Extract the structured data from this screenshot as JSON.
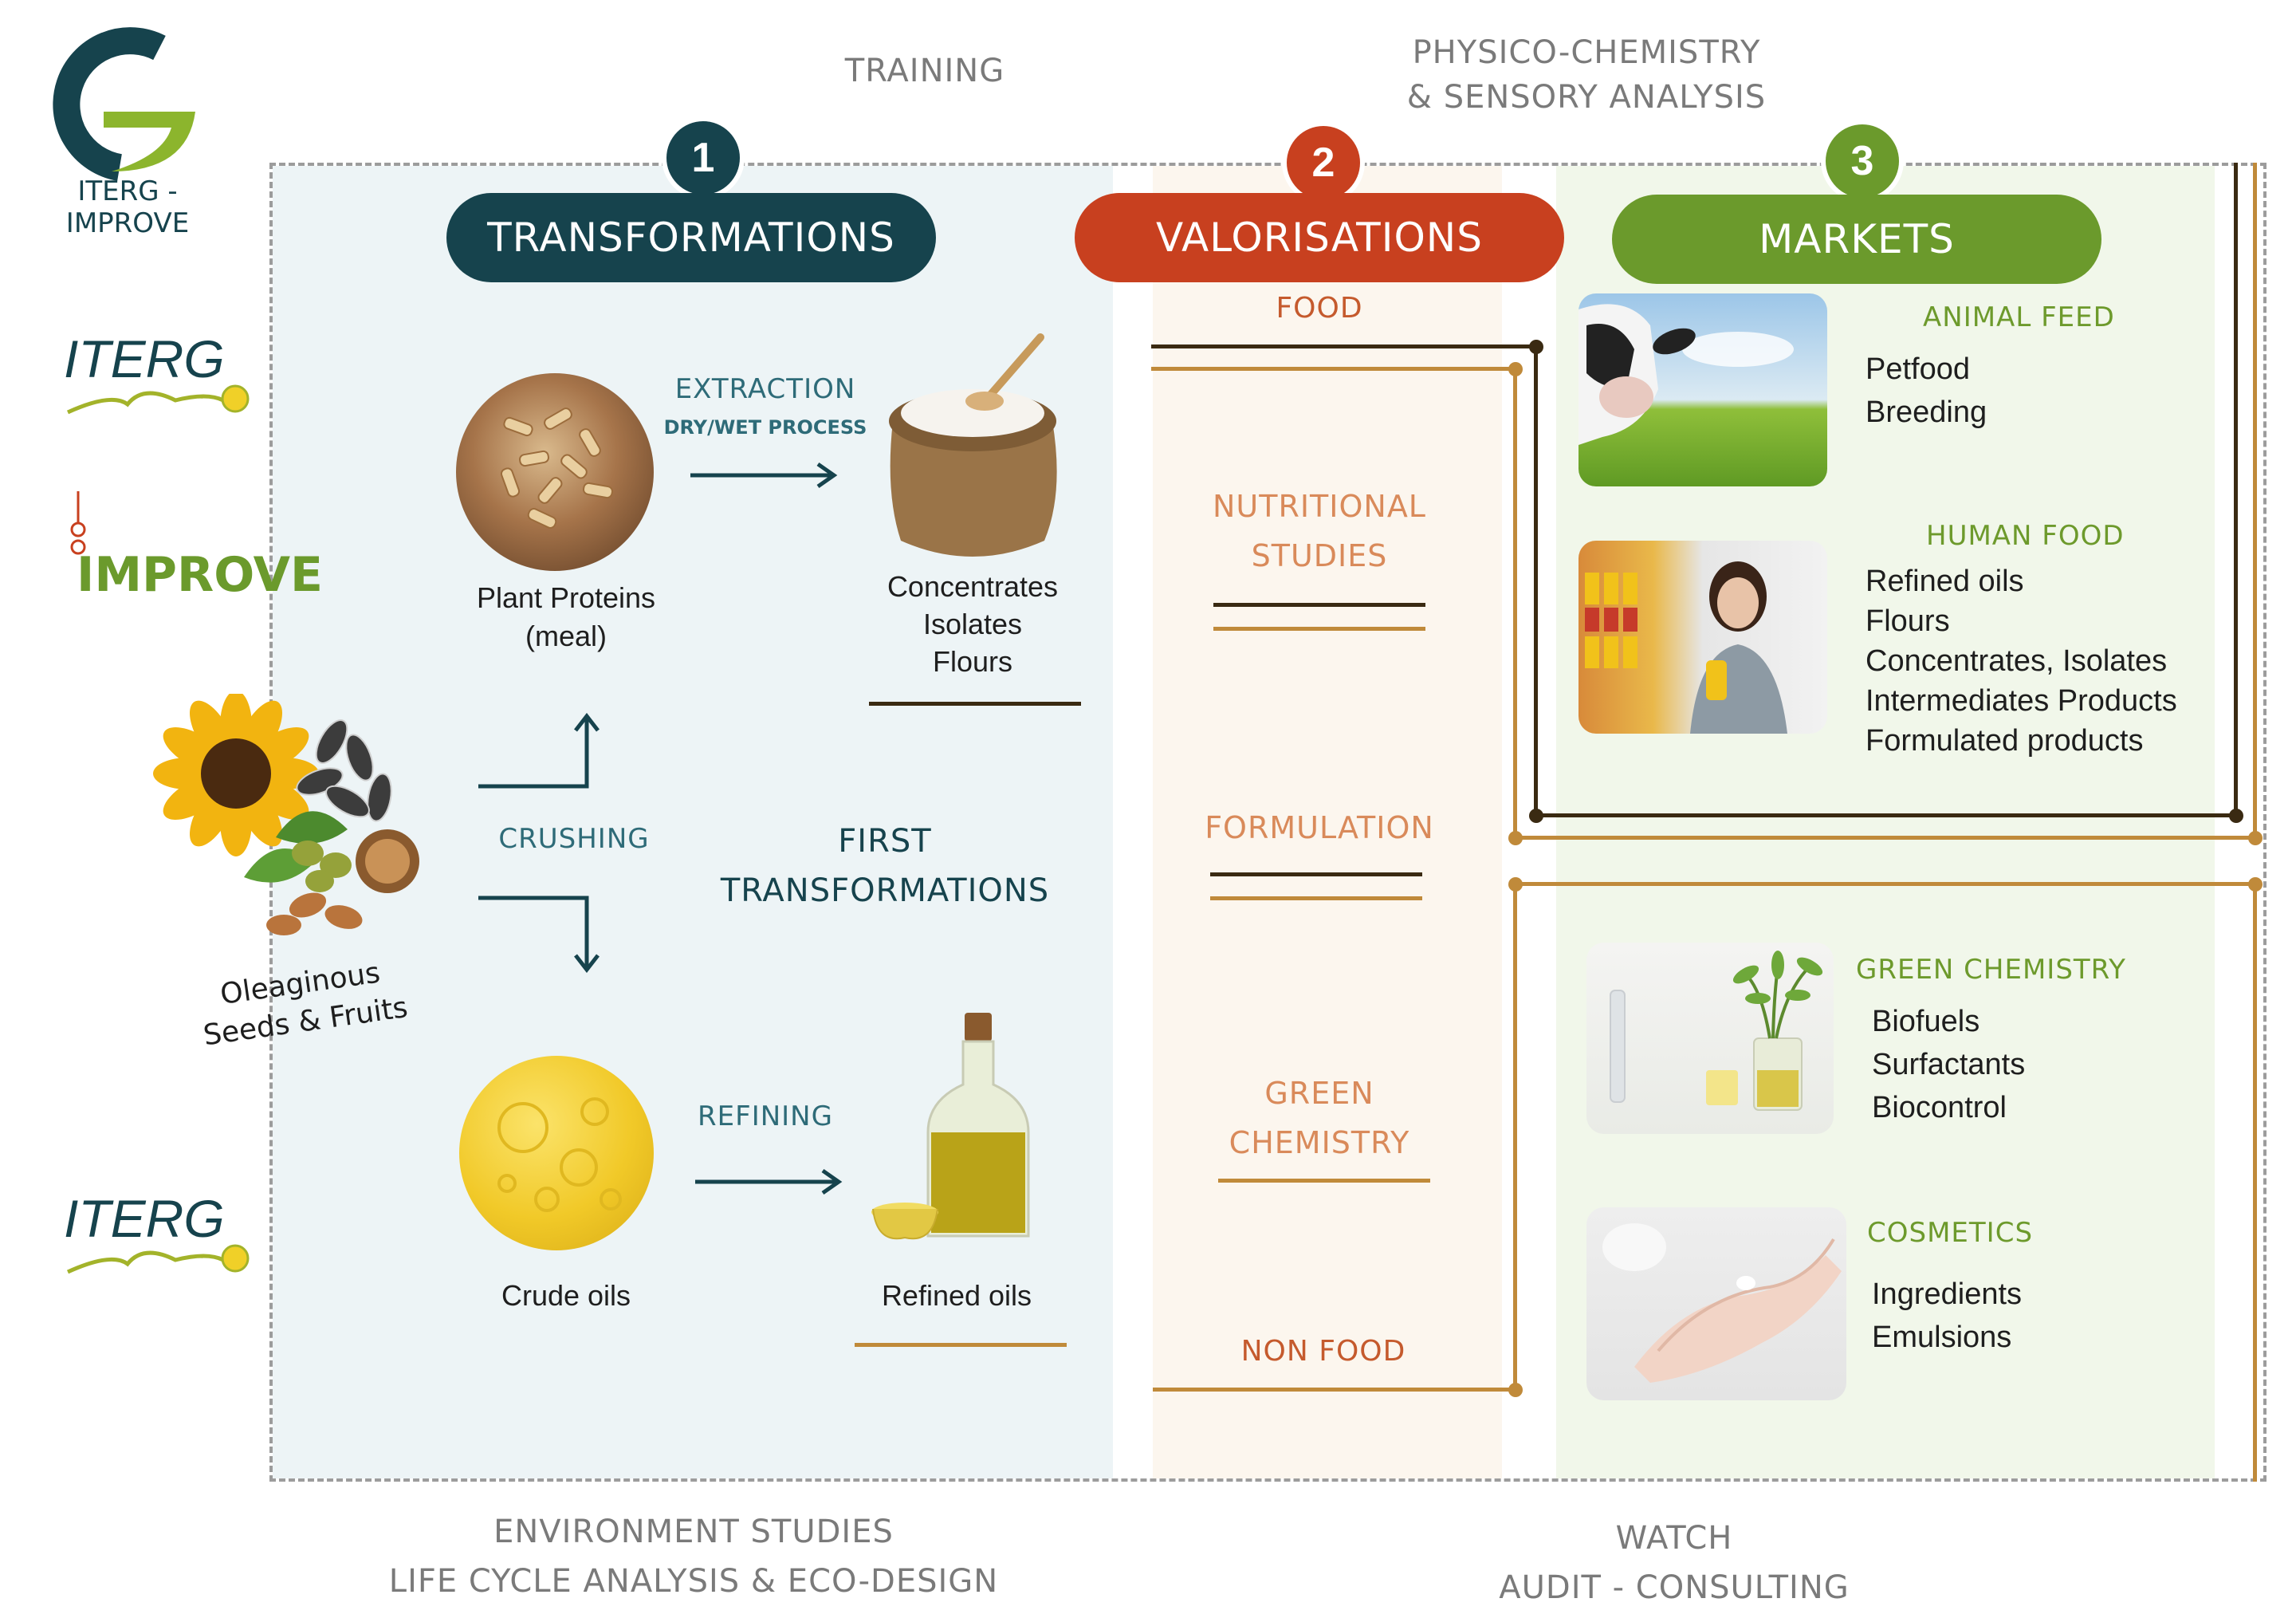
{
  "header": {
    "logo_text": "ITERG - IMPROVE",
    "training": "TRAINING",
    "physico_line1": "PHYSICO-CHEMISTRY",
    "physico_line2": "& SENSORY ANALYSIS"
  },
  "left_logos": {
    "iterg_top": "ITERG",
    "improve": "IMPROVE",
    "iterg_bottom": "ITERG"
  },
  "steps": [
    {
      "number": "1",
      "title": "TRANSFORMATIONS",
      "color": "#16434d"
    },
    {
      "number": "2",
      "title": "VALORISATIONS",
      "color": "#c8401f"
    },
    {
      "number": "3",
      "title": "MARKETS",
      "color": "#6b9a2c"
    }
  ],
  "transformations": {
    "extraction": "EXTRACTION",
    "extraction_sub": "DRY/WET PROCESS",
    "plant_proteins_line1": "Plant Proteins",
    "plant_proteins_line2": "(meal)",
    "concentrates": [
      "Concentrates",
      "Isolates",
      "Flours"
    ],
    "crushing": "CRUSHING",
    "first_line1": "FIRST",
    "first_line2": "TRANSFORMATIONS",
    "seeds_line1": "Oleaginous",
    "seeds_line2": "Seeds & Fruits",
    "refining": "REFINING",
    "crude_oils": "Crude oils",
    "refined_oils": "Refined oils"
  },
  "valorisations": {
    "food": "FOOD",
    "nutritional_line1": "NUTRITIONAL",
    "nutritional_line2": "STUDIES",
    "formulation": "FORMULATION",
    "green_line1": "GREEN",
    "green_line2": "CHEMISTRY",
    "non_food": "NON FOOD"
  },
  "markets": {
    "animal_feed": {
      "title": "ANIMAL FEED",
      "items": [
        "Petfood",
        "Breeding"
      ]
    },
    "human_food": {
      "title": "HUMAN FOOD",
      "items": [
        "Refined oils",
        "Flours",
        "Concentrates, Isolates",
        "Intermediates Products",
        "Formulated products"
      ]
    },
    "green_chemistry": {
      "title": "GREEN CHEMISTRY",
      "items": [
        "Biofuels",
        "Surfactants",
        "Biocontrol"
      ]
    },
    "cosmetics": {
      "title": "COSMETICS",
      "items": [
        "Ingredients",
        "Emulsions"
      ]
    }
  },
  "footer": {
    "env_line1": "ENVIRONMENT STUDIES",
    "env_line2": "LIFE CYCLE ANALYSIS & ECO-DESIGN",
    "watch": "WATCH",
    "audit": "AUDIT - CONSULTING"
  },
  "colors": {
    "teal_dark": "#16434d",
    "red": "#c8401f",
    "green": "#6b9a2c",
    "dark_brown": "#3a2a12",
    "gold": "#c08a3a",
    "col1_bg": "#edf4f6",
    "col2_bg": "#fcf6ee",
    "col3_bg": "#f1f7ea"
  }
}
